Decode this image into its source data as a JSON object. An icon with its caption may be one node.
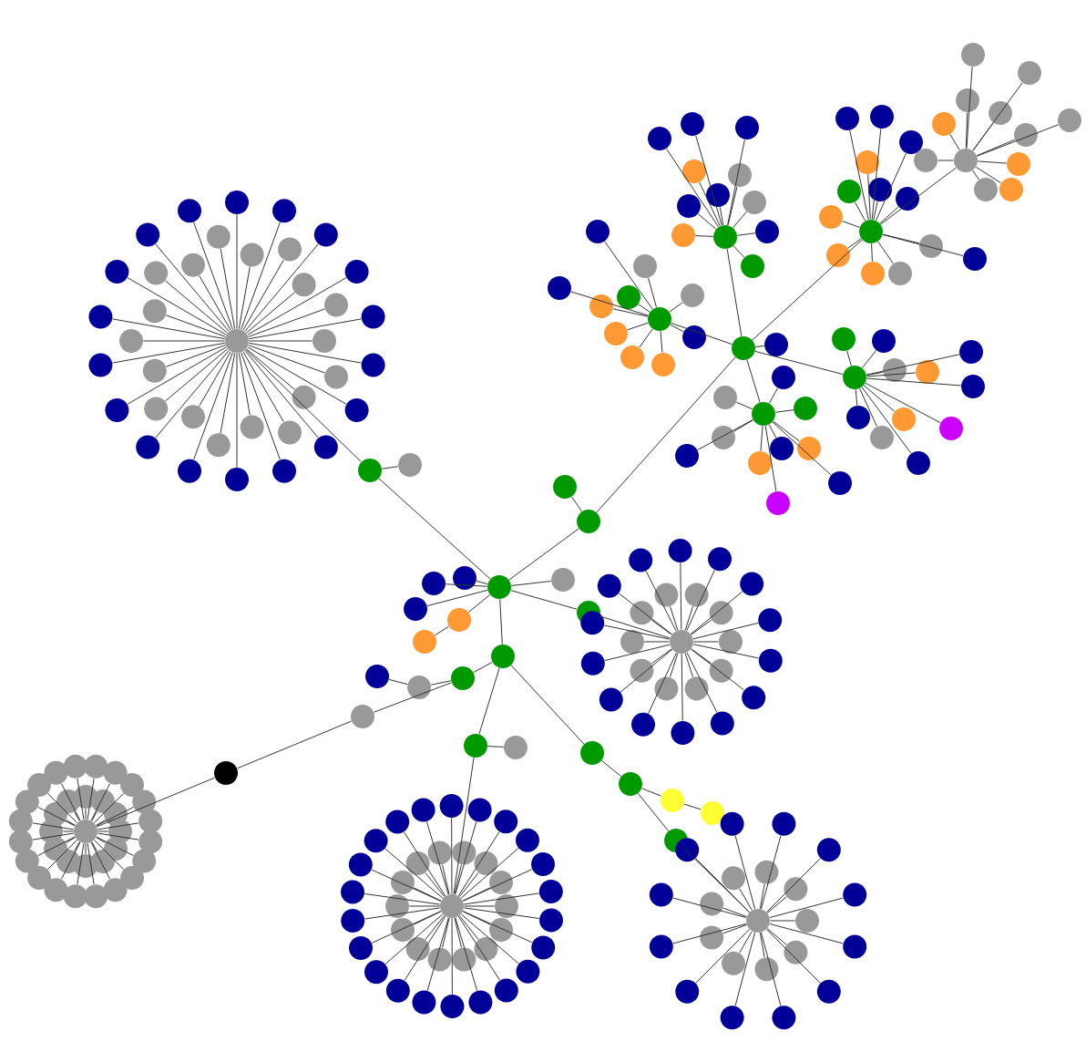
{
  "diagram": {
    "nodes": [
      {
        "text": [],
        "shape": "circle"
      },
      {
        "text": [],
        "shape": "circle"
      },
      {
        "text": [],
        "shape": "circle"
      },
      {
        "text": [],
        "shape": "circle"
      },
      {
        "text": [],
        "shape": "circle"
      },
      {
        "text": [],
        "shape": "circle"
      },
      {
        "text": [],
        "shape": "circle"
      },
      {
        "text": [],
        "shape": "circle"
      },
      {
        "text": [],
        "shape": "circle"
      },
      {
        "text": [],
        "shape": "circle"
      },
      {
        "text": [],
        "shape": "circle"
      },
      {
        "text": [],
        "shape": "circle"
      },
      {
        "text": [],
        "shape": "circle"
      },
      {
        "text": [],
        "shape": "circle"
      },
      {
        "text": [],
        "shape": "circle"
      },
      {
        "text": [],
        "shape": "circle"
      },
      {
        "text": [],
        "shape": "circle"
      },
      {
        "text": [],
        "shape": "circle"
      },
      {
        "text": [],
        "shape": "circle"
      },
      {
        "text": [],
        "shape": "circle"
      },
      {
        "text": [],
        "shape": "circle"
      },
      {
        "text": [],
        "shape": "circle"
      },
      {
        "text": [],
        "shape": "circle"
      },
      {
        "text": [],
        "shape": "circle"
      },
      {
        "text": [],
        "shape": "circle"
      },
      {
        "text": [],
        "shape": "circle"
      },
      {
        "text": [],
        "shape": "circle"
      },
      {
        "text": [],
        "shape": "circle"
      },
      {
        "text": [],
        "shape": "circle"
      },
      {
        "text": [],
        "shape": "circle"
      },
      {
        "text": [],
        "shape": "circle"
      },
      {
        "text": [],
        "shape": "circle"
      },
      {
        "text": [],
        "shape": "circle"
      },
      {
        "text": [],
        "shape": "circle"
      },
      {
        "text": [],
        "shape": "circle"
      },
      {
        "text": [],
        "shape": "circle"
      },
      {
        "text": [],
        "shape": "circle"
      },
      {
        "text": [],
        "shape": "circle"
      },
      {
        "text": [],
        "shape": "circle"
      },
      {
        "text": [],
        "shape": "circle"
      },
      {
        "text": [],
        "shape": "circle"
      },
      {
        "text": [],
        "shape": "circle"
      },
      {
        "text": [],
        "shape": "circle"
      },
      {
        "text": [],
        "shape": "circle"
      },
      {
        "text": [],
        "shape": "circle"
      },
      {
        "text": [],
        "shape": "circle"
      },
      {
        "text": [],
        "shape": "circle"
      },
      {
        "text": [],
        "shape": "circle"
      },
      {
        "text": [],
        "shape": "circle"
      },
      {
        "text": [],
        "shape": "circle"
      },
      {
        "text": [],
        "shape": "circle"
      },
      {
        "text": [],
        "shape": "circle"
      },
      {
        "text": [],
        "shape": "circle"
      },
      {
        "text": [],
        "shape": "circle"
      },
      {
        "text": [],
        "shape": "circle"
      },
      {
        "text": [],
        "shape": "circle"
      },
      {
        "text": [],
        "shape": "circle"
      },
      {
        "text": [],
        "shape": "circle"
      },
      {
        "text": [],
        "shape": "circle"
      },
      {
        "text": [],
        "shape": "circle"
      },
      {
        "text": [],
        "shape": "circle"
      },
      {
        "text": [],
        "shape": "circle"
      },
      {
        "text": [],
        "shape": "circle"
      },
      {
        "text": [],
        "shape": "circle"
      },
      {
        "text": [],
        "shape": "circle"
      },
      {
        "text": [],
        "shape": "circle"
      },
      {
        "text": [],
        "shape": "circle"
      },
      {
        "text": [],
        "shape": "circle"
      },
      {
        "text": [],
        "shape": "circle"
      },
      {
        "text": [],
        "shape": "circle"
      },
      {
        "text": [],
        "shape": "circle"
      },
      {
        "text": [],
        "shape": "circle"
      },
      {
        "text": [],
        "shape": "circle"
      },
      {
        "text": [],
        "shape": "circle"
      },
      {
        "text": [],
        "shape": "circle"
      },
      {
        "text": [],
        "shape": "circle"
      },
      {
        "text": [],
        "shape": "circle"
      },
      {
        "text": [],
        "shape": "circle"
      },
      {
        "text": [],
        "shape": "circle"
      },
      {
        "text": [],
        "shape": "circle"
      },
      {
        "text": [],
        "shape": "circle"
      },
      {
        "text": [],
        "shape": "circle"
      },
      {
        "text": [],
        "shape": "circle"
      },
      {
        "text": [],
        "shape": "circle"
      },
      {
        "text": [],
        "shape": "circle"
      },
      {
        "text": [],
        "shape": "circle"
      },
      {
        "text": [],
        "shape": "circle"
      },
      {
        "text": [],
        "shape": "circle"
      },
      {
        "text": [],
        "shape": "circle"
      },
      {
        "text": [],
        "shape": "circle"
      },
      {
        "text": [],
        "shape": "circle"
      },
      {
        "text": [],
        "shape": "circle"
      },
      {
        "text": [],
        "shape": "circle"
      },
      {
        "text": [],
        "shape": "circle"
      },
      {
        "text": [],
        "shape": "circle"
      },
      {
        "text": [],
        "shape": "circle"
      },
      {
        "text": [],
        "shape": "circle"
      },
      {
        "text": [],
        "shape": "circle"
      },
      {
        "text": [],
        "shape": "circle"
      },
      {
        "text": [],
        "shape": "circle"
      },
      {
        "text": [],
        "shape": "circle"
      },
      {
        "text": [],
        "shape": "circle"
      },
      {
        "text": [],
        "shape": "circle"
      },
      {
        "text": [],
        "shape": "circle"
      },
      {
        "text": [],
        "shape": "circle"
      },
      {
        "text": [],
        "shape": "circle"
      },
      {
        "text": [],
        "shape": "circle"
      },
      {
        "text": [],
        "shape": "circle"
      },
      {
        "text": [],
        "shape": "circle"
      },
      {
        "text": [],
        "shape": "circle"
      },
      {
        "text": [],
        "shape": "circle"
      },
      {
        "text": [],
        "shape": "circle"
      },
      {
        "text": [],
        "shape": "circle"
      },
      {
        "text": [],
        "shape": "circle"
      },
      {
        "text": [],
        "shape": "circle"
      },
      {
        "text": [],
        "shape": "circle"
      },
      {
        "text": [],
        "shape": "circle"
      },
      {
        "text": [],
        "shape": "circle"
      },
      {
        "text": [],
        "shape": "circle"
      },
      {
        "text": [],
        "shape": "circle"
      },
      {
        "text": [],
        "shape": "circle"
      },
      {
        "text": [],
        "shape": "circle"
      },
      {
        "text": [],
        "shape": "circle"
      },
      {
        "text": [],
        "shape": "circle"
      },
      {
        "text": [],
        "shape": "circle"
      },
      {
        "text": [],
        "shape": "circle"
      },
      {
        "text": [],
        "shape": "circle"
      },
      {
        "text": [],
        "shape": "circle"
      },
      {
        "text": [],
        "shape": "circle"
      },
      {
        "text": [],
        "shape": "circle"
      },
      {
        "text": [],
        "shape": "circle"
      },
      {
        "text": [],
        "shape": "circle"
      },
      {
        "text": [],
        "shape": "circle"
      },
      {
        "text": [],
        "shape": "circle"
      },
      {
        "text": [],
        "shape": "circle"
      },
      {
        "text": [],
        "shape": "circle"
      },
      {
        "text": [],
        "shape": "circle"
      },
      {
        "text": [],
        "shape": "circle"
      },
      {
        "text": [],
        "shape": "circle"
      },
      {
        "text": [],
        "shape": "circle"
      },
      {
        "text": [],
        "shape": "circle"
      },
      {
        "text": [],
        "shape": "circle"
      },
      {
        "text": [],
        "shape": "circle"
      },
      {
        "text": [],
        "shape": "circle"
      },
      {
        "text": [],
        "shape": "circle"
      },
      {
        "text": [],
        "shape": "circle"
      },
      {
        "text": [],
        "shape": "circle"
      },
      {
        "text": [],
        "shape": "circle"
      },
      {
        "text": [],
        "shape": "circle"
      },
      {
        "text": [],
        "shape": "circle"
      },
      {
        "text": [],
        "shape": "circle"
      },
      {
        "text": [],
        "shape": "circle"
      },
      {
        "text": [],
        "shape": "circle"
      },
      {
        "text": [],
        "shape": "circle"
      },
      {
        "text": [],
        "shape": "circle"
      },
      {
        "text": [],
        "shape": "circle"
      },
      {
        "text": [],
        "shape": "circle"
      },
      {
        "text": [],
        "shape": "circle"
      },
      {
        "text": [],
        "shape": "circle"
      },
      {
        "text": [],
        "shape": "circle"
      },
      {
        "text": [],
        "shape": "circle"
      },
      {
        "text": [],
        "shape": "circle"
      },
      {
        "text": [],
        "shape": "circle"
      },
      {
        "text": [],
        "shape": "circle"
      },
      {
        "text": [],
        "shape": "circle"
      },
      {
        "text": [],
        "shape": "circle"
      },
      {
        "text": [],
        "shape": "circle"
      },
      {
        "text": [],
        "shape": "circle"
      },
      {
        "text": [],
        "shape": "circle"
      },
      {
        "text": [],
        "shape": "circle"
      },
      {
        "text": [],
        "shape": "circle"
      },
      {
        "text": [],
        "shape": "circle"
      },
      {
        "text": [],
        "shape": "circle"
      },
      {
        "text": [],
        "shape": "circle"
      },
      {
        "text": [],
        "shape": "circle"
      },
      {
        "text": [],
        "shape": "circle"
      },
      {
        "text": [],
        "shape": "circle"
      },
      {
        "text": [],
        "shape": "circle"
      },
      {
        "text": [],
        "shape": "circle"
      },
      {
        "text": [],
        "shape": "circle"
      },
      {
        "text": [],
        "shape": "circle"
      },
      {
        "text": [],
        "shape": "circle"
      },
      {
        "text": [],
        "shape": "circle"
      },
      {
        "text": [],
        "shape": "circle"
      },
      {
        "text": [],
        "shape": "circle"
      },
      {
        "text": [],
        "shape": "circle"
      },
      {
        "text": [],
        "shape": "circle"
      },
      {
        "text": [],
        "shape": "circle"
      },
      {
        "text": [],
        "shape": "circle"
      },
      {
        "text": [],
        "shape": "circle"
      },
      {
        "text": [],
        "shape": "circle"
      },
      {
        "text": [],
        "shape": "circle"
      },
      {
        "text": [],
        "shape": "circle"
      },
      {
        "text": [],
        "shape": "circle"
      },
      {
        "text": [],
        "shape": "circle"
      },
      {
        "text": [],
        "shape": "circle"
      },
      {
        "text": [],
        "shape": "circle"
      },
      {
        "text": [],
        "shape": "circle"
      },
      {
        "text": [],
        "shape": "circle"
      },
      {
        "text": [],
        "shape": "circle"
      },
      {
        "text": [],
        "shape": "circle"
      },
      {
        "text": [],
        "shape": "circle"
      },
      {
        "text": [],
        "shape": "circle"
      },
      {
        "text": [],
        "shape": "circle"
      },
      {
        "text": [],
        "shape": "circle"
      },
      {
        "text": [],
        "shape": "circle"
      },
      {
        "text": [],
        "shape": "circle"
      },
      {
        "text": [],
        "shape": "circle"
      },
      {
        "text": [],
        "shape": "circle"
      },
      {
        "text": [],
        "shape": "circle"
      },
      {
        "text": [],
        "shape": "circle"
      },
      {
        "text": [],
        "shape": "circle"
      },
      {
        "text": [],
        "shape": "circle"
      },
      {
        "text": [],
        "shape": "circle"
      },
      {
        "text": [],
        "shape": "circle"
      },
      {
        "text": [],
        "shape": "circle"
      },
      {
        "text": [],
        "shape": "circle"
      },
      {
        "text": [],
        "shape": "circle"
      },
      {
        "text": [],
        "shape": "circle"
      },
      {
        "text": [],
        "shape": "circle"
      },
      {
        "text": [],
        "shape": "circle"
      },
      {
        "text": [],
        "shape": "circle"
      },
      {
        "text": [],
        "shape": "circle"
      },
      {
        "text": [],
        "shape": "circle"
      },
      {
        "text": [],
        "shape": "circle"
      },
      {
        "text": [],
        "shape": "circle"
      },
      {
        "text": [],
        "shape": "circle"
      },
      {
        "text": [],
        "shape": "circle"
      },
      {
        "text": [],
        "shape": "circle"
      },
      {
        "text": [],
        "shape": "circle"
      },
      {
        "text": [],
        "shape": "circle"
      },
      {
        "text": [],
        "shape": "circle"
      },
      {
        "text": [],
        "shape": "circle"
      },
      {
        "text": [],
        "shape": "circle"
      },
      {
        "text": [],
        "shape": "circle"
      },
      {
        "text": [],
        "shape": "circle"
      },
      {
        "text": [],
        "shape": "circle"
      },
      {
        "text": [],
        "shape": "circle"
      },
      {
        "text": [],
        "shape": "circle"
      },
      {
        "text": [],
        "shape": "circle"
      },
      {
        "text": [],
        "shape": "circle"
      },
      {
        "text": [],
        "shape": "circle"
      },
      {
        "text": [],
        "shape": "circle"
      },
      {
        "text": [],
        "shape": "circle"
      },
      {
        "text": [],
        "shape": "circle"
      },
      {
        "text": [],
        "shape": "circle"
      },
      {
        "text": [],
        "shape": "circle"
      },
      {
        "text": [],
        "shape": "circle"
      },
      {
        "text": [],
        "shape": "circle"
      },
      {
        "text": [],
        "shape": "circle"
      },
      {
        "text": [],
        "shape": "circle"
      },
      {
        "text": [],
        "shape": "circle"
      },
      {
        "text": [],
        "shape": "circle"
      }
    ],
    "edges": [
      {
        "from": 0,
        "to": 1,
        "arrow": "none"
      },
      {
        "from": 1,
        "to": 2,
        "arrow": "none"
      },
      {
        "from": 1,
        "to": 3,
        "arrow": "none"
      },
      {
        "from": 3,
        "to": 4,
        "arrow": "none"
      },
      {
        "from": 3,
        "to": 5,
        "arrow": "none"
      },
      {
        "from": 3,
        "to": 6,
        "arrow": "none"
      },
      {
        "from": 3,
        "to": 7,
        "arrow": "none"
      },
      {
        "from": 7,
        "to": 8,
        "arrow": "none"
      },
      {
        "from": 3,
        "to": 9,
        "arrow": "none"
      },
      {
        "from": 3,
        "to": 10,
        "arrow": "none"
      },
      {
        "from": 3,
        "to": 11,
        "arrow": "none"
      },
      {
        "from": 11,
        "to": 12,
        "arrow": "none"
      },
      {
        "from": 11,
        "to": 29,
        "arrow": "none"
      },
      {
        "from": 10,
        "to": 30,
        "arrow": "none"
      },
      {
        "from": 3,
        "to": 13,
        "arrow": "none"
      },
      {
        "from": 13,
        "to": 14,
        "arrow": "none"
      },
      {
        "from": 14,
        "to": 15,
        "arrow": "none"
      },
      {
        "from": 15,
        "to": 16,
        "arrow": "none"
      },
      {
        "from": 14,
        "to": 17,
        "arrow": "none"
      },
      {
        "from": 17,
        "to": 18,
        "arrow": "none"
      },
      {
        "from": 18,
        "to": 19,
        "arrow": "none"
      },
      {
        "from": 13,
        "to": 20,
        "arrow": "none"
      },
      {
        "from": 20,
        "to": 21,
        "arrow": "none"
      },
      {
        "from": 20,
        "to": 22,
        "arrow": "none"
      },
      {
        "from": 13,
        "to": 23,
        "arrow": "none"
      },
      {
        "from": 23,
        "to": 24,
        "arrow": "none"
      },
      {
        "from": 24,
        "to": 25,
        "arrow": "none"
      },
      {
        "from": 25,
        "to": 26,
        "arrow": "none"
      },
      {
        "from": 24,
        "to": 27,
        "arrow": "none"
      },
      {
        "from": 27,
        "to": 28,
        "arrow": "none"
      },
      {
        "from": 29,
        "to": 31,
        "arrow": "none"
      },
      {
        "from": 29,
        "to": 32,
        "arrow": "none"
      },
      {
        "from": 29,
        "to": 33,
        "arrow": "none"
      },
      {
        "from": 29,
        "to": 34,
        "arrow": "none"
      },
      {
        "from": 29,
        "to": 35,
        "arrow": "none"
      },
      {
        "from": 29,
        "to": 36,
        "arrow": "none"
      },
      {
        "from": 33,
        "to": 37,
        "arrow": "none"
      },
      {
        "from": 0,
        "to": 38,
        "arrow": "none"
      },
      {
        "from": 0,
        "to": 39,
        "arrow": "none"
      },
      {
        "from": 0,
        "to": 40,
        "arrow": "none"
      },
      {
        "from": 0,
        "to": 41,
        "arrow": "none"
      },
      {
        "from": 0,
        "to": 42,
        "arrow": "none"
      },
      {
        "from": 0,
        "to": 43,
        "arrow": "none"
      },
      {
        "from": 0,
        "to": 44,
        "arrow": "none"
      },
      {
        "from": 0,
        "to": 45,
        "arrow": "none"
      },
      {
        "from": 0,
        "to": 46,
        "arrow": "none"
      },
      {
        "from": 0,
        "to": 47,
        "arrow": "none"
      },
      {
        "from": 0,
        "to": 48,
        "arrow": "none"
      },
      {
        "from": 0,
        "to": 49,
        "arrow": "none"
      },
      {
        "from": 0,
        "to": 50,
        "arrow": "none"
      },
      {
        "from": 0,
        "to": 51,
        "arrow": "none"
      },
      {
        "from": 0,
        "to": 52,
        "arrow": "none"
      },
      {
        "from": 0,
        "to": 53,
        "arrow": "none"
      },
      {
        "from": 0,
        "to": 54,
        "arrow": "none"
      },
      {
        "from": 0,
        "to": 55,
        "arrow": "none"
      },
      {
        "from": 0,
        "to": 56,
        "arrow": "none"
      },
      {
        "from": 0,
        "to": 57,
        "arrow": "none"
      },
      {
        "from": 0,
        "to": 58,
        "arrow": "none"
      },
      {
        "from": 0,
        "to": 59,
        "arrow": "none"
      },
      {
        "from": 0,
        "to": 60,
        "arrow": "none"
      },
      {
        "from": 0,
        "to": 61,
        "arrow": "none"
      },
      {
        "from": 0,
        "to": 62,
        "arrow": "none"
      },
      {
        "from": 0,
        "to": 63,
        "arrow": "none"
      },
      {
        "from": 0,
        "to": 64,
        "arrow": "none"
      },
      {
        "from": 0,
        "to": 65,
        "arrow": "none"
      },
      {
        "from": 0,
        "to": 66,
        "arrow": "none"
      },
      {
        "from": 0,
        "to": 67,
        "arrow": "none"
      },
      {
        "from": 0,
        "to": 68,
        "arrow": "none"
      },
      {
        "from": 0,
        "to": 69,
        "arrow": "none"
      },
      {
        "from": 0,
        "to": 70,
        "arrow": "none"
      },
      {
        "from": 0,
        "to": 71,
        "arrow": "none"
      },
      {
        "from": 0,
        "to": 72,
        "arrow": "none"
      },
      {
        "from": 0,
        "to": 73,
        "arrow": "none"
      },
      {
        "from": 19,
        "to": 74,
        "arrow": "none"
      },
      {
        "from": 19,
        "to": 75,
        "arrow": "none"
      },
      {
        "from": 19,
        "to": 76,
        "arrow": "none"
      },
      {
        "from": 19,
        "to": 77,
        "arrow": "none"
      },
      {
        "from": 19,
        "to": 78,
        "arrow": "none"
      },
      {
        "from": 19,
        "to": 79,
        "arrow": "none"
      },
      {
        "from": 19,
        "to": 80,
        "arrow": "none"
      },
      {
        "from": 19,
        "to": 81,
        "arrow": "none"
      },
      {
        "from": 19,
        "to": 82,
        "arrow": "none"
      },
      {
        "from": 19,
        "to": 83,
        "arrow": "none"
      },
      {
        "from": 19,
        "to": 84,
        "arrow": "none"
      },
      {
        "from": 19,
        "to": 85,
        "arrow": "none"
      },
      {
        "from": 19,
        "to": 86,
        "arrow": "none"
      },
      {
        "from": 19,
        "to": 87,
        "arrow": "none"
      },
      {
        "from": 19,
        "to": 88,
        "arrow": "none"
      },
      {
        "from": 19,
        "to": 89,
        "arrow": "none"
      },
      {
        "from": 19,
        "to": 90,
        "arrow": "none"
      },
      {
        "from": 19,
        "to": 91,
        "arrow": "none"
      },
      {
        "from": 19,
        "to": 92,
        "arrow": "none"
      },
      {
        "from": 19,
        "to": 93,
        "arrow": "none"
      },
      {
        "from": 19,
        "to": 94,
        "arrow": "none"
      },
      {
        "from": 19,
        "to": 95,
        "arrow": "none"
      },
      {
        "from": 19,
        "to": 96,
        "arrow": "none"
      },
      {
        "from": 19,
        "to": 97,
        "arrow": "none"
      },
      {
        "from": 19,
        "to": 98,
        "arrow": "none"
      },
      {
        "from": 19,
        "to": 99,
        "arrow": "none"
      },
      {
        "from": 19,
        "to": 100,
        "arrow": "none"
      },
      {
        "from": 19,
        "to": 101,
        "arrow": "none"
      },
      {
        "from": 19,
        "to": 102,
        "arrow": "none"
      },
      {
        "from": 19,
        "to": 103,
        "arrow": "none"
      },
      {
        "from": 19,
        "to": 104,
        "arrow": "none"
      },
      {
        "from": 19,
        "to": 105,
        "arrow": "none"
      },
      {
        "from": 22,
        "to": 106,
        "arrow": "none"
      },
      {
        "from": 22,
        "to": 107,
        "arrow": "none"
      },
      {
        "from": 22,
        "to": 108,
        "arrow": "none"
      },
      {
        "from": 22,
        "to": 109,
        "arrow": "none"
      },
      {
        "from": 22,
        "to": 110,
        "arrow": "none"
      },
      {
        "from": 22,
        "to": 111,
        "arrow": "none"
      },
      {
        "from": 22,
        "to": 112,
        "arrow": "none"
      },
      {
        "from": 22,
        "to": 113,
        "arrow": "none"
      },
      {
        "from": 22,
        "to": 114,
        "arrow": "none"
      },
      {
        "from": 22,
        "to": 115,
        "arrow": "none"
      },
      {
        "from": 22,
        "to": 116,
        "arrow": "none"
      },
      {
        "from": 22,
        "to": 117,
        "arrow": "none"
      },
      {
        "from": 22,
        "to": 118,
        "arrow": "none"
      },
      {
        "from": 22,
        "to": 119,
        "arrow": "none"
      },
      {
        "from": 22,
        "to": 120,
        "arrow": "none"
      },
      {
        "from": 22,
        "to": 121,
        "arrow": "none"
      },
      {
        "from": 22,
        "to": 122,
        "arrow": "none"
      },
      {
        "from": 22,
        "to": 123,
        "arrow": "none"
      },
      {
        "from": 22,
        "to": 124,
        "arrow": "none"
      },
      {
        "from": 22,
        "to": 125,
        "arrow": "none"
      },
      {
        "from": 22,
        "to": 126,
        "arrow": "none"
      },
      {
        "from": 22,
        "to": 127,
        "arrow": "none"
      },
      {
        "from": 22,
        "to": 128,
        "arrow": "none"
      },
      {
        "from": 22,
        "to": 129,
        "arrow": "none"
      },
      {
        "from": 22,
        "to": 130,
        "arrow": "none"
      },
      {
        "from": 22,
        "to": 131,
        "arrow": "none"
      },
      {
        "from": 22,
        "to": 132,
        "arrow": "none"
      },
      {
        "from": 22,
        "to": 133,
        "arrow": "none"
      },
      {
        "from": 22,
        "to": 134,
        "arrow": "none"
      },
      {
        "from": 22,
        "to": 135,
        "arrow": "none"
      },
      {
        "from": 22,
        "to": 136,
        "arrow": "none"
      },
      {
        "from": 22,
        "to": 137,
        "arrow": "none"
      },
      {
        "from": 22,
        "to": 138,
        "arrow": "none"
      },
      {
        "from": 22,
        "to": 139,
        "arrow": "none"
      },
      {
        "from": 22,
        "to": 140,
        "arrow": "none"
      },
      {
        "from": 22,
        "to": 141,
        "arrow": "none"
      },
      {
        "from": 30,
        "to": 142,
        "arrow": "none"
      },
      {
        "from": 30,
        "to": 143,
        "arrow": "none"
      },
      {
        "from": 30,
        "to": 144,
        "arrow": "none"
      },
      {
        "from": 30,
        "to": 145,
        "arrow": "none"
      },
      {
        "from": 30,
        "to": 146,
        "arrow": "none"
      },
      {
        "from": 30,
        "to": 147,
        "arrow": "none"
      },
      {
        "from": 30,
        "to": 148,
        "arrow": "none"
      },
      {
        "from": 30,
        "to": 149,
        "arrow": "none"
      },
      {
        "from": 30,
        "to": 150,
        "arrow": "none"
      },
      {
        "from": 30,
        "to": 151,
        "arrow": "none"
      },
      {
        "from": 30,
        "to": 152,
        "arrow": "none"
      },
      {
        "from": 30,
        "to": 153,
        "arrow": "none"
      },
      {
        "from": 30,
        "to": 154,
        "arrow": "none"
      },
      {
        "from": 30,
        "to": 155,
        "arrow": "none"
      },
      {
        "from": 30,
        "to": 156,
        "arrow": "none"
      },
      {
        "from": 30,
        "to": 157,
        "arrow": "none"
      },
      {
        "from": 30,
        "to": 158,
        "arrow": "none"
      },
      {
        "from": 30,
        "to": 159,
        "arrow": "none"
      },
      {
        "from": 30,
        "to": 160,
        "arrow": "none"
      },
      {
        "from": 30,
        "to": 161,
        "arrow": "none"
      },
      {
        "from": 30,
        "to": 162,
        "arrow": "none"
      },
      {
        "from": 30,
        "to": 163,
        "arrow": "none"
      },
      {
        "from": 30,
        "to": 164,
        "arrow": "none"
      },
      {
        "from": 30,
        "to": 165,
        "arrow": "none"
      },
      {
        "from": 26,
        "to": 166,
        "arrow": "none"
      },
      {
        "from": 26,
        "to": 167,
        "arrow": "none"
      },
      {
        "from": 26,
        "to": 168,
        "arrow": "none"
      },
      {
        "from": 26,
        "to": 169,
        "arrow": "none"
      },
      {
        "from": 26,
        "to": 170,
        "arrow": "none"
      },
      {
        "from": 26,
        "to": 171,
        "arrow": "none"
      },
      {
        "from": 26,
        "to": 172,
        "arrow": "none"
      },
      {
        "from": 26,
        "to": 173,
        "arrow": "none"
      },
      {
        "from": 26,
        "to": 174,
        "arrow": "none"
      },
      {
        "from": 26,
        "to": 175,
        "arrow": "none"
      },
      {
        "from": 26,
        "to": 176,
        "arrow": "none"
      },
      {
        "from": 26,
        "to": 177,
        "arrow": "none"
      },
      {
        "from": 26,
        "to": 178,
        "arrow": "none"
      },
      {
        "from": 26,
        "to": 179,
        "arrow": "none"
      },
      {
        "from": 26,
        "to": 180,
        "arrow": "none"
      },
      {
        "from": 26,
        "to": 181,
        "arrow": "none"
      },
      {
        "from": 26,
        "to": 182,
        "arrow": "none"
      },
      {
        "from": 26,
        "to": 183,
        "arrow": "none"
      },
      {
        "from": 26,
        "to": 184,
        "arrow": "none"
      },
      {
        "from": 26,
        "to": 185,
        "arrow": "none"
      },
      {
        "from": 26,
        "to": 186,
        "arrow": "none"
      },
      {
        "from": 31,
        "to": 187,
        "arrow": "none"
      },
      {
        "from": 31,
        "to": 188,
        "arrow": "none"
      },
      {
        "from": 31,
        "to": 189,
        "arrow": "none"
      },
      {
        "from": 31,
        "to": 190,
        "arrow": "none"
      },
      {
        "from": 31,
        "to": 191,
        "arrow": "none"
      },
      {
        "from": 31,
        "to": 192,
        "arrow": "none"
      },
      {
        "from": 31,
        "to": 193,
        "arrow": "none"
      },
      {
        "from": 31,
        "to": 194,
        "arrow": "none"
      },
      {
        "from": 31,
        "to": 195,
        "arrow": "none"
      },
      {
        "from": 31,
        "to": 196,
        "arrow": "none"
      },
      {
        "from": 31,
        "to": 197,
        "arrow": "none"
      },
      {
        "from": 32,
        "to": 198,
        "arrow": "none"
      },
      {
        "from": 32,
        "to": 199,
        "arrow": "none"
      },
      {
        "from": 32,
        "to": 200,
        "arrow": "none"
      },
      {
        "from": 32,
        "to": 201,
        "arrow": "none"
      },
      {
        "from": 32,
        "to": 202,
        "arrow": "none"
      },
      {
        "from": 32,
        "to": 203,
        "arrow": "none"
      },
      {
        "from": 32,
        "to": 204,
        "arrow": "none"
      },
      {
        "from": 32,
        "to": 205,
        "arrow": "none"
      },
      {
        "from": 32,
        "to": 206,
        "arrow": "none"
      },
      {
        "from": 32,
        "to": 207,
        "arrow": "none"
      },
      {
        "from": 33,
        "to": 208,
        "arrow": "none"
      },
      {
        "from": 33,
        "to": 209,
        "arrow": "none"
      },
      {
        "from": 33,
        "to": 210,
        "arrow": "none"
      },
      {
        "from": 33,
        "to": 211,
        "arrow": "none"
      },
      {
        "from": 33,
        "to": 212,
        "arrow": "none"
      },
      {
        "from": 33,
        "to": 213,
        "arrow": "none"
      },
      {
        "from": 33,
        "to": 214,
        "arrow": "none"
      },
      {
        "from": 33,
        "to": 215,
        "arrow": "none"
      },
      {
        "from": 33,
        "to": 216,
        "arrow": "none"
      },
      {
        "from": 33,
        "to": 217,
        "arrow": "none"
      },
      {
        "from": 33,
        "to": 218,
        "arrow": "none"
      },
      {
        "from": 33,
        "to": 219,
        "arrow": "none"
      },
      {
        "from": 33,
        "to": 220,
        "arrow": "none"
      },
      {
        "from": 37,
        "to": 221,
        "arrow": "none"
      },
      {
        "from": 37,
        "to": 222,
        "arrow": "none"
      },
      {
        "from": 37,
        "to": 223,
        "arrow": "none"
      },
      {
        "from": 37,
        "to": 224,
        "arrow": "none"
      },
      {
        "from": 37,
        "to": 225,
        "arrow": "none"
      },
      {
        "from": 37,
        "to": 226,
        "arrow": "none"
      },
      {
        "from": 37,
        "to": 227,
        "arrow": "none"
      },
      {
        "from": 37,
        "to": 228,
        "arrow": "none"
      },
      {
        "from": 37,
        "to": 229,
        "arrow": "none"
      },
      {
        "from": 37,
        "to": 230,
        "arrow": "none"
      },
      {
        "from": 37,
        "to": 231,
        "arrow": "none"
      },
      {
        "from": 34,
        "to": 232,
        "arrow": "none"
      },
      {
        "from": 34,
        "to": 233,
        "arrow": "none"
      },
      {
        "from": 34,
        "to": 234,
        "arrow": "none"
      },
      {
        "from": 34,
        "to": 235,
        "arrow": "none"
      },
      {
        "from": 34,
        "to": 236,
        "arrow": "none"
      },
      {
        "from": 34,
        "to": 237,
        "arrow": "none"
      },
      {
        "from": 34,
        "to": 238,
        "arrow": "none"
      },
      {
        "from": 34,
        "to": 239,
        "arrow": "none"
      },
      {
        "from": 34,
        "to": 240,
        "arrow": "none"
      },
      {
        "from": 34,
        "to": 241,
        "arrow": "none"
      },
      {
        "from": 35,
        "to": 242,
        "arrow": "none"
      },
      {
        "from": 35,
        "to": 243,
        "arrow": "none"
      },
      {
        "from": 35,
        "to": 244,
        "arrow": "none"
      },
      {
        "from": 35,
        "to": 245,
        "arrow": "none"
      },
      {
        "from": 35,
        "to": 246,
        "arrow": "none"
      },
      {
        "from": 35,
        "to": 247,
        "arrow": "none"
      },
      {
        "from": 35,
        "to": 248,
        "arrow": "none"
      },
      {
        "from": 35,
        "to": 249,
        "arrow": "none"
      },
      {
        "from": 35,
        "to": 250,
        "arrow": "none"
      },
      {
        "from": 35,
        "to": 251,
        "arrow": "none"
      },
      {
        "from": 35,
        "to": 252,
        "arrow": "none"
      }
    ]
  }
}
